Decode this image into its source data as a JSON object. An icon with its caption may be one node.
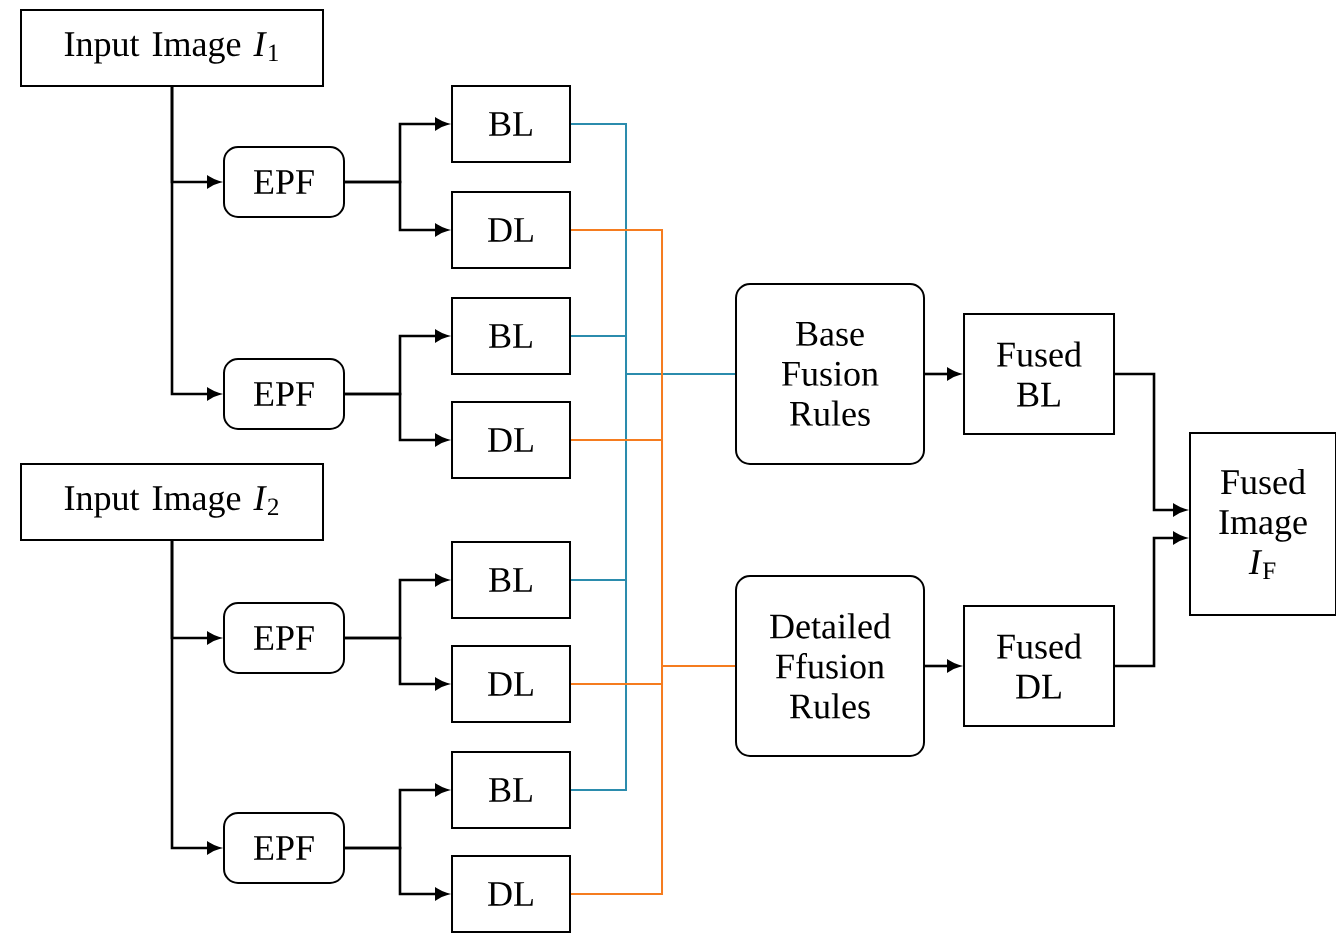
{
  "diagram": {
    "nodes": [
      {
        "text": [
          "Input Image *I*$_{1}$"
        ]
      },
      {
        "text": [
          "EPF"
        ]
      },
      {
        "text": [
          "BL"
        ]
      },
      {
        "text": [
          "DL"
        ]
      },
      {
        "text": [
          "EPF"
        ]
      },
      {
        "text": [
          "BL"
        ]
      },
      {
        "text": [
          "DL"
        ]
      },
      {
        "text": [
          "Input Image *I*$_{2}$"
        ]
      },
      {
        "text": [
          "EPF"
        ]
      },
      {
        "text": [
          "BL"
        ]
      },
      {
        "text": [
          "DL"
        ]
      },
      {
        "text": [
          "EPF"
        ]
      },
      {
        "text": [
          "BL"
        ]
      },
      {
        "text": [
          "DL"
        ]
      },
      {
        "text": [
          "Base Fusion Rules"
        ]
      },
      {
        "text": [
          "Detailed Ffusion Rules"
        ]
      },
      {
        "text": [
          "Fused BL"
        ]
      },
      {
        "text": [
          "Fused DL"
        ]
      },
      {
        "text": [
          "Fused Image *I*$_{F}$"
        ]
      }
    ],
    "edges": [
      {
        "from": 0,
        "to": 1,
        "arrow": "to"
      },
      {
        "from": 0,
        "to": 4,
        "arrow": "to"
      },
      {
        "from": 1,
        "to": 2,
        "arrow": "to"
      },
      {
        "from": 1,
        "to": 3,
        "arrow": "to"
      },
      {
        "from": 4,
        "to": 5,
        "arrow": "to"
      },
      {
        "from": 4,
        "to": 6,
        "arrow": "to"
      },
      {
        "from": 7,
        "to": 8,
        "arrow": "to"
      },
      {
        "from": 7,
        "to": 11,
        "arrow": "to"
      },
      {
        "from": 8,
        "to": 9,
        "arrow": "to"
      },
      {
        "from": 8,
        "to": 10,
        "arrow": "to"
      },
      {
        "from": 11,
        "to": 12,
        "arrow": "to"
      },
      {
        "from": 11,
        "to": 13,
        "arrow": "to"
      },
      {
        "from": 2,
        "to": 14,
        "arrow": "none",
        "color": "#2b8cad"
      },
      {
        "from": 5,
        "to": 14,
        "arrow": "none",
        "color": "#2b8cad"
      },
      {
        "from": 9,
        "to": 14,
        "arrow": "none",
        "color": "#2b8cad"
      },
      {
        "from": 12,
        "to": 14,
        "arrow": "none",
        "color": "#2b8cad"
      },
      {
        "from": 3,
        "to": 15,
        "arrow": "none",
        "color": "#f57c1f"
      },
      {
        "from": 6,
        "to": 15,
        "arrow": "none",
        "color": "#f57c1f"
      },
      {
        "from": 10,
        "to": 15,
        "arrow": "none",
        "color": "#f57c1f"
      },
      {
        "from": 13,
        "to": 15,
        "arrow": "none",
        "color": "#f57c1f"
      },
      {
        "from": 14,
        "to": 16,
        "arrow": "to"
      },
      {
        "from": 15,
        "to": 17,
        "arrow": "to"
      },
      {
        "from": 16,
        "to": 18,
        "arrow": "to"
      },
      {
        "from": 17,
        "to": 18,
        "arrow": "to"
      }
    ]
  }
}
